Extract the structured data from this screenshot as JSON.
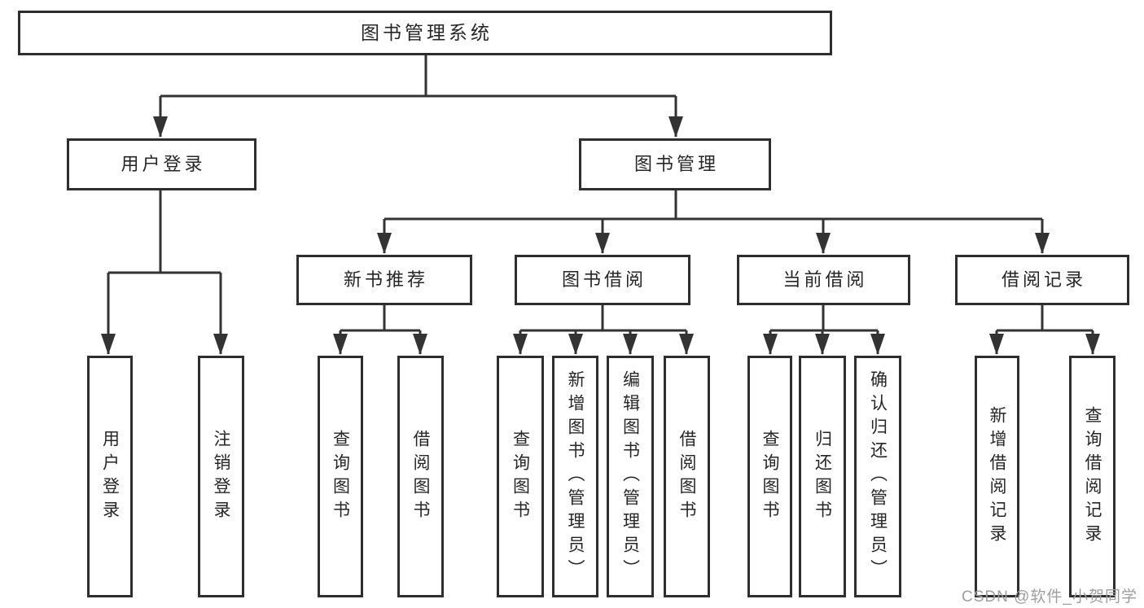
{
  "diagram_title": "图书管理系统",
  "tree": {
    "root": {
      "label": "图书管理系统",
      "children": [
        {
          "label": "用户登录",
          "children": [
            {
              "label": "用户登录"
            },
            {
              "label": "注销登录"
            }
          ]
        },
        {
          "label": "图书管理",
          "children": [
            {
              "label": "新书推荐",
              "children": [
                {
                  "label": "查询图书"
                },
                {
                  "label": "借阅图书"
                }
              ]
            },
            {
              "label": "图书借阅",
              "children": [
                {
                  "label": "查询图书"
                },
                {
                  "label": "新增图书（管理员）"
                },
                {
                  "label": "编辑图书（管理员）"
                },
                {
                  "label": "借阅图书"
                }
              ]
            },
            {
              "label": "当前借阅",
              "children": [
                {
                  "label": "查询图书"
                },
                {
                  "label": "归还图书"
                },
                {
                  "label": "确认归还（管理员）"
                }
              ]
            },
            {
              "label": "借阅记录",
              "children": [
                {
                  "label": "新增借阅记录"
                },
                {
                  "label": "查询借阅记录"
                }
              ]
            }
          ]
        }
      ]
    }
  },
  "watermark": "CSDN @软件_小贺同学",
  "colors": {
    "line": "#333333",
    "box_border": "#2e2e2e",
    "text": "#262626",
    "watermark": "#9e9e9e",
    "background": "#ffffff"
  }
}
